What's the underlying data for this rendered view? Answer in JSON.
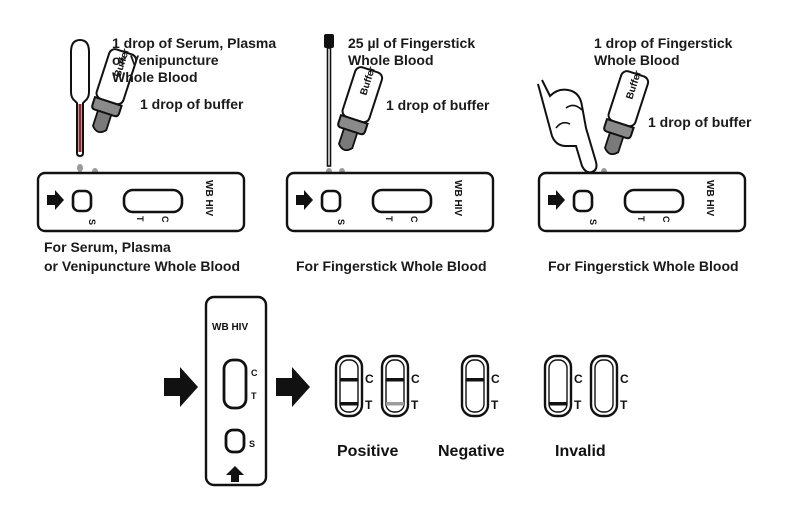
{
  "panels": [
    {
      "instruction_lines": [
        "1 drop of Serum, Plasma",
        "or Venipuncture",
        "Whole Blood"
      ],
      "buffer_text": "1 drop of buffer",
      "bottle_label": "Buffer",
      "caption_lines": [
        "For Serum, Plasma",
        "or Venipuncture Whole Blood"
      ],
      "cassette": {
        "brand": "WB HIV",
        "s": "S",
        "t": "T",
        "c": "C"
      }
    },
    {
      "instruction_lines": [
        "25 µl of Fingerstick",
        "Whole Blood"
      ],
      "buffer_text": "1 drop of buffer",
      "bottle_label": "Buffer",
      "caption_lines": [
        "For Fingerstick Whole Blood"
      ],
      "cassette": {
        "brand": "WB HIV",
        "s": "S",
        "t": "T",
        "c": "C"
      }
    },
    {
      "instruction_lines": [
        "1 drop of Fingerstick",
        "Whole Blood"
      ],
      "buffer_text": "1 drop of buffer",
      "bottle_label": "Buffer",
      "caption_lines": [
        "For Fingerstick Whole Blood"
      ],
      "cassette": {
        "brand": "WB HIV",
        "s": "S",
        "t": "T",
        "c": "C"
      }
    }
  ],
  "result_reading": {
    "cassette": {
      "brand": "WB HIV",
      "c": "C",
      "t": "T",
      "s": "S"
    },
    "results": [
      {
        "label": "Positive",
        "windows": [
          {
            "c_line": true,
            "t_line": true,
            "t_faint": false,
            "c": "C",
            "t": "T"
          },
          {
            "c_line": true,
            "t_line": true,
            "t_faint": true,
            "c": "C",
            "t": "T"
          }
        ]
      },
      {
        "label": "Negative",
        "windows": [
          {
            "c_line": true,
            "t_line": false,
            "t_faint": false,
            "c": "C",
            "t": "T"
          }
        ]
      },
      {
        "label": "Invalid",
        "windows": [
          {
            "c_line": false,
            "t_line": true,
            "t_faint": false,
            "c": "C",
            "t": "T"
          },
          {
            "c_line": false,
            "t_line": false,
            "t_faint": false,
            "c": "C",
            "t": "T"
          }
        ]
      }
    ]
  },
  "colors": {
    "ink": "#111111",
    "blood": "#8b2a2a",
    "drop": "#9a9a9a",
    "faint_line": "#9c9c9c"
  }
}
